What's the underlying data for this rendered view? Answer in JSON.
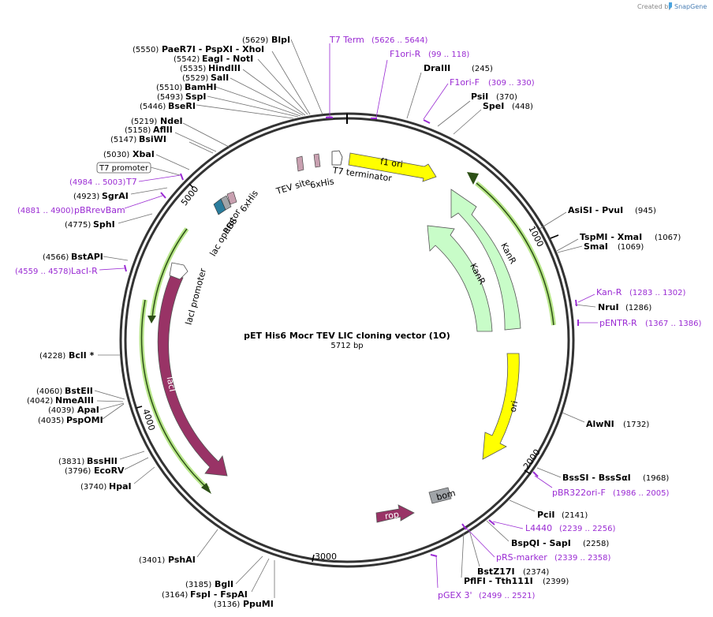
{
  "credit": {
    "created_by": "Created by",
    "brand": "SnapGene"
  },
  "plasmid": {
    "name": "pET His6 Mocr TEV LIC cloning vector (1O)",
    "size": "5712 bp",
    "length": 5712
  },
  "ticks": [
    "1000",
    "2000",
    "3000",
    "4000",
    "5000"
  ],
  "sites": [
    {
      "pos": "(5629)",
      "name": "BlpI"
    },
    {
      "pos": "(5550)",
      "name": "PaeR7I  - PspXI  - XhoI"
    },
    {
      "pos": "(5542)",
      "name": "EagI  - NotI"
    },
    {
      "pos": "(5535)",
      "name": "HindIII"
    },
    {
      "pos": "(5529)",
      "name": "SalI"
    },
    {
      "pos": "(5510)",
      "name": "BamHI"
    },
    {
      "pos": "(5493)",
      "name": "SspI"
    },
    {
      "pos": "(5446)",
      "name": "BseRI"
    },
    {
      "pos": "(5219)",
      "name": "NdeI"
    },
    {
      "pos": "(5158)",
      "name": "AflII"
    },
    {
      "pos": "(5147)",
      "name": "BsiWI"
    },
    {
      "pos": "(5030)",
      "name": "XbaI"
    },
    {
      "pos": "(4923)",
      "name": "SgrAI"
    },
    {
      "pos": "(4775)",
      "name": "SphI"
    },
    {
      "pos": "(4566)",
      "name": "BstAPI"
    },
    {
      "pos": "(4228)",
      "name": "BclI *"
    },
    {
      "pos": "(4060)",
      "name": "BstEII"
    },
    {
      "pos": "(4042)",
      "name": "NmeAIII"
    },
    {
      "pos": "(4039)",
      "name": "ApaI"
    },
    {
      "pos": "(4035)",
      "name": "PspOMI"
    },
    {
      "pos": "(3831)",
      "name": "BssHII"
    },
    {
      "pos": "(3796)",
      "name": "EcoRV"
    },
    {
      "pos": "(3740)",
      "name": "HpaI"
    },
    {
      "pos": "(3401)",
      "name": "PshAI"
    },
    {
      "pos": "(3185)",
      "name": "BglI"
    },
    {
      "pos": "(3164)",
      "name": "FspI  - FspAI"
    },
    {
      "pos": "(3136)",
      "name": "PpuMI"
    },
    {
      "name": "DraIII",
      "pos": "(245)"
    },
    {
      "name": "PsiI",
      "pos": "(370)"
    },
    {
      "name": "SpeI",
      "pos": "(448)"
    },
    {
      "name": "AsiSI  - PvuI",
      "pos": "(945)"
    },
    {
      "name": "TspMI  - XmaI",
      "pos": "(1067)"
    },
    {
      "name": "SmaI",
      "pos": "(1069)"
    },
    {
      "name": "NruI",
      "pos": "(1286)"
    },
    {
      "name": "AlwNI",
      "pos": "(1732)"
    },
    {
      "name": "BssSI  - BssSαI",
      "pos": "(1968)"
    },
    {
      "name": "PciI",
      "pos": "(2141)"
    },
    {
      "name": "BspQI  - SapI",
      "pos": "(2258)"
    },
    {
      "name": "BstZ17I",
      "pos": "(2374)"
    },
    {
      "name": "PflFI  - Tth111I",
      "pos": "(2399)"
    }
  ],
  "primers": [
    {
      "name": "T7 Term",
      "range": "(5626 .. 5644)"
    },
    {
      "name": "F1ori-R",
      "range": "(99 .. 118)"
    },
    {
      "name": "F1ori-F",
      "range": "(309 .. 330)"
    },
    {
      "name": "T7",
      "range": "(4984 .. 5003)"
    },
    {
      "name": "pBRrevBam",
      "range": "(4881 .. 4900)"
    },
    {
      "name": "LacI-R",
      "range": "(4559 .. 4578)"
    },
    {
      "name": "Kan-R",
      "range": "(1283 .. 1302)"
    },
    {
      "name": "pENTR-R",
      "range": "(1367 .. 1386)"
    },
    {
      "name": "pBR322ori-F",
      "range": "(1986 .. 2005)"
    },
    {
      "name": "L4440",
      "range": "(2239 .. 2256)"
    },
    {
      "name": "pRS-marker",
      "range": "(2339 .. 2358)"
    },
    {
      "name": "pGEX 3'",
      "range": "(2499 .. 2521)"
    }
  ],
  "features": {
    "f1_ori": "f1 ori",
    "kanr": "KanR",
    "ori": "ori",
    "bom": "bom",
    "rop": "rop",
    "laci": "lacI",
    "laci_promoter": "lacI promoter",
    "lac_operator": "lac operator",
    "rbs": "RBS",
    "his_6x_inner": "6xHis",
    "tev_site": "TEV site",
    "his_6x_outer": "6xHis",
    "t7_terminator": "T7 terminator",
    "t7_promoter": "T7 promoter"
  },
  "colors": {
    "primer": "#9a2bd3",
    "yellow": "#ffff00",
    "kanr": "#c8fcc8",
    "laci": "#993366",
    "bom": "#a0a4a8",
    "highlight": "#b8e68a",
    "gray_line": "#707070"
  }
}
